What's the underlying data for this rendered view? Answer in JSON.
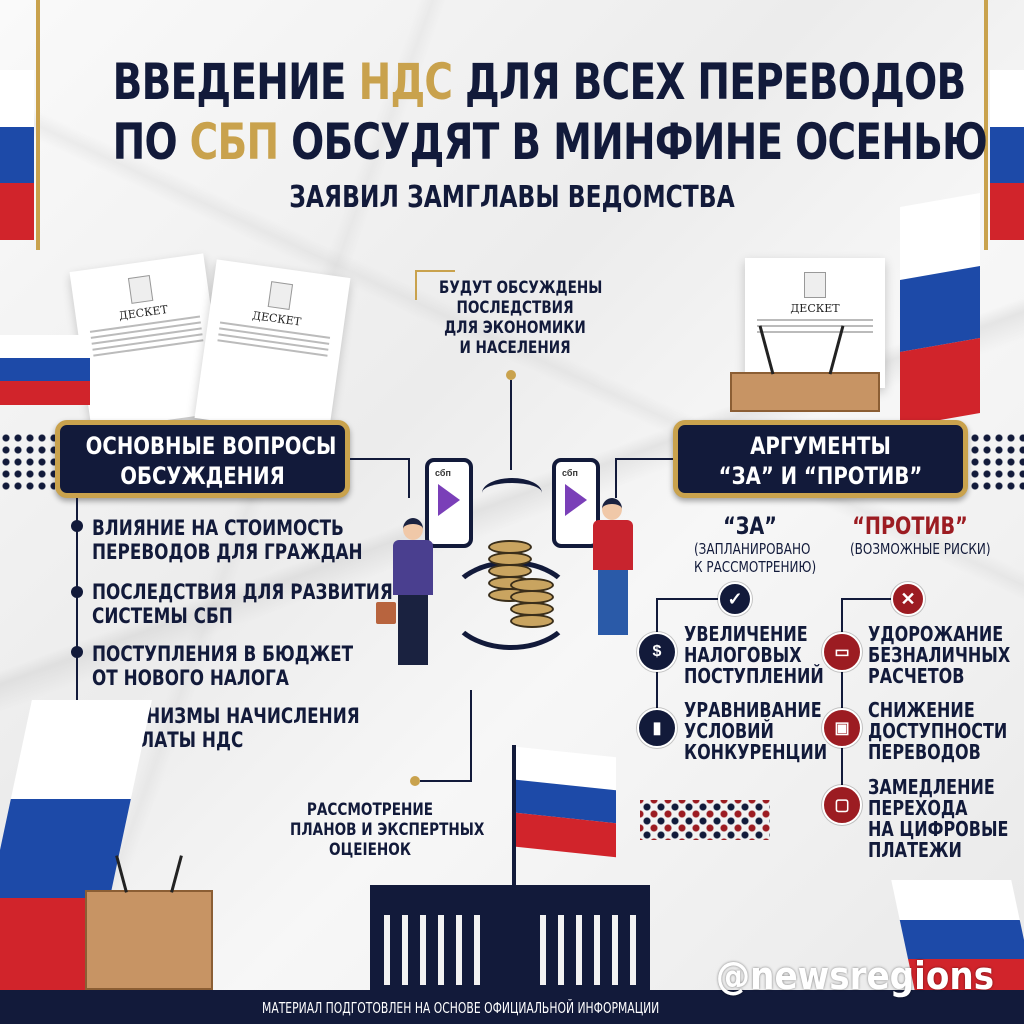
{
  "title": {
    "line1": [
      {
        "text": "ВВЕДЕНИЕ ",
        "accent": false
      },
      {
        "text": "НДС",
        "accent": true
      },
      {
        "text": " ДЛЯ ВСЕХ ПЕРЕВОДОВ",
        "accent": false
      }
    ],
    "line2": [
      {
        "text": "ПО ",
        "accent": false
      },
      {
        "text": "СБП",
        "accent": true
      },
      {
        "text": " ОБСУДЯТ В МИНФИНЕ ОСЕНЬЮ",
        "accent": false
      }
    ],
    "subtitle": "ЗАЯВИЛ ЗАМГЛАВЫ ВЕДОМСТВА"
  },
  "documents": {
    "doc_title": "ДЕСКЕТ"
  },
  "center_top_note": [
    "БУДУТ ОБСУЖДЕНЫ",
    "ПОСЛЕДСТВИЯ",
    "ДЛЯ ЭКОНОМИКИ",
    "И НАСЕЛЕНИЯ"
  ],
  "center_bottom_note": [
    "РАССМОТРЕНИЕ",
    "ПЛАНОВ И ЭКСПЕРТНЫХ",
    "ОЦЕIЕНОК"
  ],
  "phones": [
    {
      "logo": "сбп"
    },
    {
      "logo": "сбп"
    }
  ],
  "left_panel": {
    "title": [
      "ОСНОВНЫЕ ВОПРОСЫ",
      "ОБСУЖДЕНИЯ"
    ],
    "items": [
      [
        "ВЛИЯНИЕ НА СТОИМОСТЬ",
        "ПЕРЕВОДОВ ДЛЯ ГРАЖДАН"
      ],
      [
        "ПОСЛЕДСТВИЯ ДЛЯ РАЗВИТИЯ",
        "СИСТЕМЫ СБП"
      ],
      [
        "ПОСТУПЛЕНИЯ В БЮДЖЕТ",
        "ОТ НОВОГО НАЛОГА"
      ],
      [
        "МЕХАНИЗМЫ НАЧИСЛЕНИЯ",
        "И ОПЛАТЫ НДС"
      ]
    ]
  },
  "right_panel": {
    "title": [
      "АРГУМЕНТЫ",
      "“ЗА” И “ПРОТИВ”"
    ],
    "pro": {
      "heading": "“ЗА”",
      "subheading": [
        "(ЗАПЛАНИРОВАНО",
        "К РАССМОТРЕНИЮ)"
      ],
      "badge_icon": "checkmark-icon",
      "items": [
        {
          "icon": "money-hand-icon",
          "lines": [
            "УВЕЛИЧЕНИЕ",
            "НАЛОГОВЫХ",
            "ПОСТУПЛЕНИЙ"
          ]
        },
        {
          "icon": "growth-chart-icon",
          "lines": [
            "УРАВНИВАНИЕ",
            "УСЛОВИЙ",
            "КОНКУРЕНЦИИ"
          ]
        }
      ]
    },
    "con": {
      "heading": "“ПРОТИВ”",
      "subheading": [
        "(ВОЗМОЖНЫЕ РИСКИ)"
      ],
      "badge_icon": "cross-icon",
      "items": [
        {
          "icon": "banknote-icon",
          "lines": [
            "УДОРОЖАНИЕ",
            "БЕЗНАЛИЧНЫХ",
            "РАСЧЕТОВ"
          ]
        },
        {
          "icon": "transfer-screen-icon",
          "lines": [
            "СНИЖЕНИЕ",
            "ДОСТУПНОСТИ",
            "ПЕРЕВОДОВ"
          ]
        },
        {
          "icon": "digital-payment-icon",
          "lines": [
            "ЗАМЕДЛЕНИЕ",
            "ПЕРЕХОДА",
            "НА ЦИФРОВЫЕ",
            "ПЛАТЕЖИ"
          ]
        }
      ]
    }
  },
  "footer": {
    "note": "МАТЕРИАЛ ПОДГОТОВЛЕН НА ОСНОВЕ ОФИЦИАЛЬНОЙ ИНФОРМАЦИИ",
    "watermark": "@newsregions"
  },
  "colors": {
    "navy": "#121a3a",
    "gold": "#c9a24d",
    "red": "#9c1c22",
    "flag_blue": "#1d4aa8",
    "flag_red": "#d1242b"
  }
}
